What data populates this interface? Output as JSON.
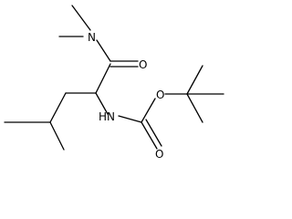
{
  "molecule": {
    "atoms": {
      "amide_nitrogen": "N",
      "amide_oxygen": "O",
      "carbamate_nh": "HN",
      "ester_oxygen": "O",
      "carbonyl_oxygen": "O"
    }
  }
}
